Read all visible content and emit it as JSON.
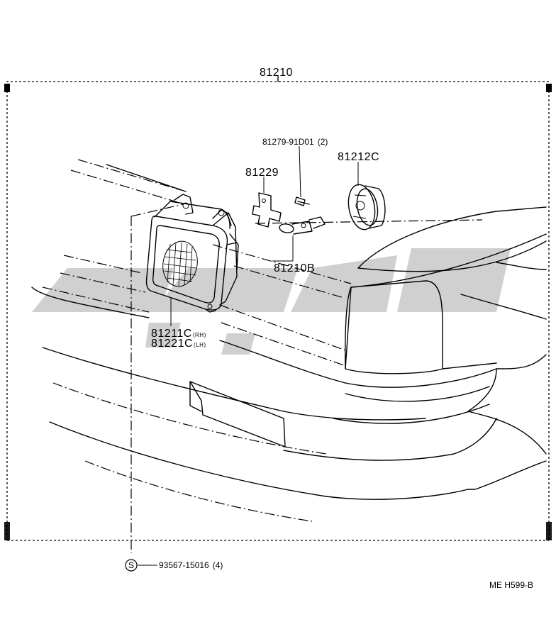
{
  "labels": {
    "assembly": "81210",
    "bulb_bolt": "81279-91D01",
    "bulb_bolt_qty": "(2)",
    "socket_cover": "81212C",
    "bracket": "81229",
    "bulb": "81210B",
    "lens_rh": "81211C",
    "lens_rh_side": "(RH)",
    "lens_lh": "81221C",
    "lens_lh_side": "(LH)",
    "screw_symbol": "S",
    "screw": "93567-15016",
    "screw_qty": "(4)",
    "figure_code": "ME H599-B"
  },
  "colors": {
    "line": "#000000",
    "watermark": "#c8c8c8"
  }
}
